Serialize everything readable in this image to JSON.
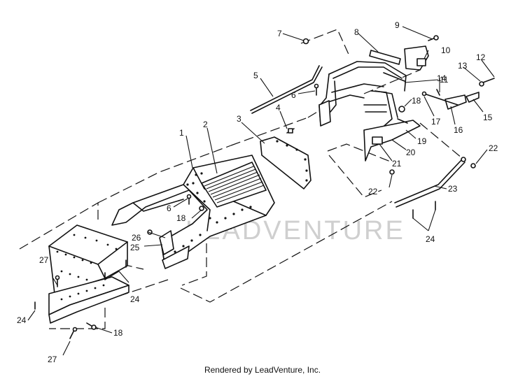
{
  "watermark": "LEADVENTURE",
  "footer": "Rendered by LeadVenture, Inc.",
  "callouts": {
    "c1": "1",
    "c2": "2",
    "c3": "3",
    "c4": "4",
    "c5": "5",
    "c6a": "6",
    "c6b": "6",
    "c7": "7",
    "c8": "8",
    "c9": "9",
    "c10": "10",
    "c11": "11",
    "c12": "12",
    "c13": "13",
    "c14": "14",
    "c15": "15",
    "c16": "16",
    "c17": "17",
    "c18a": "18",
    "c18b": "18",
    "c18c": "18",
    "c19": "19",
    "c20": "20",
    "c21": "21",
    "c22a": "22",
    "c22b": "22",
    "c23": "23",
    "c24a": "24",
    "c24b": "24",
    "c24c": "24",
    "c25": "25",
    "c26": "26",
    "c27a": "27",
    "c27b": "27"
  }
}
